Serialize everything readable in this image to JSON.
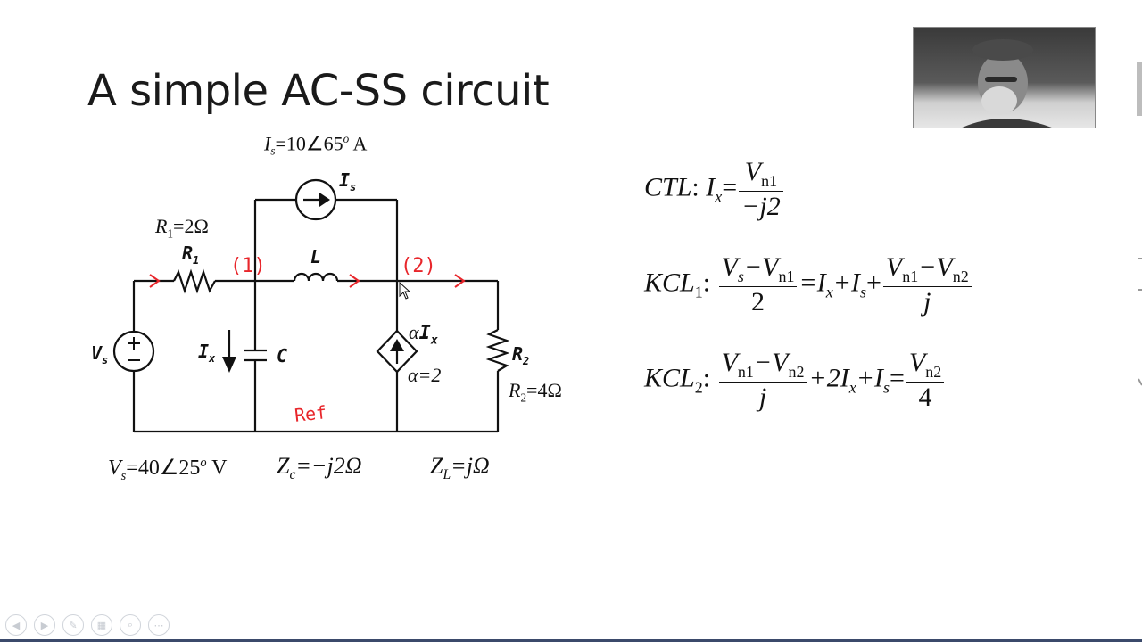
{
  "slide": {
    "title": "A simple AC-SS circuit"
  },
  "circuit": {
    "is_value_prefix": "=10∠65",
    "is_value_sup": "o",
    "is_value_unit": " A",
    "is_symbol": "I",
    "is_sub": "s",
    "is_label": "I",
    "is_label_sub": "s",
    "r1_value": "R",
    "r1_value_sub": "1",
    "r1_value_rest": "=2Ω",
    "r1_label": "R",
    "r1_label_sub": "1",
    "l_label": "L",
    "node1": "(1)",
    "node2": "(2)",
    "vs_label": "V",
    "vs_label_sub": "s",
    "ix_label": "I",
    "ix_label_sub": "x",
    "c_label": "C",
    "dep_label_alpha": "α",
    "dep_label_i": "I",
    "dep_label_sub": "x",
    "alpha_value": "α=2",
    "r2_label": "R",
    "r2_label_sub": "2",
    "r2_value": "R",
    "r2_value_sub": "2",
    "r2_value_rest": "=4Ω",
    "ref_label": "Ref",
    "vs_value_v": "V",
    "vs_value_sub": "s",
    "vs_value_rest": "=40∠25",
    "vs_value_sup": "o",
    "vs_value_unit": " V",
    "zc_z": "Z",
    "zc_sub": "c",
    "zc_rest": "=−j2Ω",
    "zl_z": "Z",
    "zl_sub": "L",
    "zl_rest": "=jΩ"
  },
  "equations": {
    "ctl_label": "CTL",
    "ctl_lhs": "I",
    "ctl_lhs_sub": "x",
    "ctl_num": "V",
    "ctl_num_sub": "n1",
    "ctl_den": "−j2",
    "kcl1_label": "KCL",
    "kcl1_sub": "1",
    "kcl1_f1_num_a": "V",
    "kcl1_f1_num_a_sub": "s",
    "kcl1_f1_num_b": "−V",
    "kcl1_f1_num_b_sub": "n1",
    "kcl1_f1_den": "2",
    "kcl1_mid": "=I",
    "kcl1_mid_sub": "x",
    "kcl1_mid2": "+I",
    "kcl1_mid2_sub": "s",
    "kcl1_plus": "+",
    "kcl1_f2_num_a": "V",
    "kcl1_f2_num_a_sub": "n1",
    "kcl1_f2_num_b": "−V",
    "kcl1_f2_num_b_sub": "n2",
    "kcl1_f2_den": "j",
    "kcl2_label": "KCL",
    "kcl2_sub": "2",
    "kcl2_f1_num_a": "V",
    "kcl2_f1_num_a_sub": "n1",
    "kcl2_f1_num_b": "−V",
    "kcl2_f1_num_b_sub": "n2",
    "kcl2_f1_den": "j",
    "kcl2_mid": "+2I",
    "kcl2_mid_sub": "x",
    "kcl2_mid2": "+I",
    "kcl2_mid2_sub": "s",
    "kcl2_eq": "=",
    "kcl2_f2_num": "V",
    "kcl2_f2_num_sub": "n2",
    "kcl2_f2_den": "4"
  },
  "player": {
    "controls": [
      "prev-icon",
      "next-icon",
      "pen-icon",
      "slides-icon",
      "zoom-icon",
      "more-icon"
    ]
  },
  "colors": {
    "annotation": "#e8262b",
    "bottom_bar": "#3b4a6b"
  }
}
